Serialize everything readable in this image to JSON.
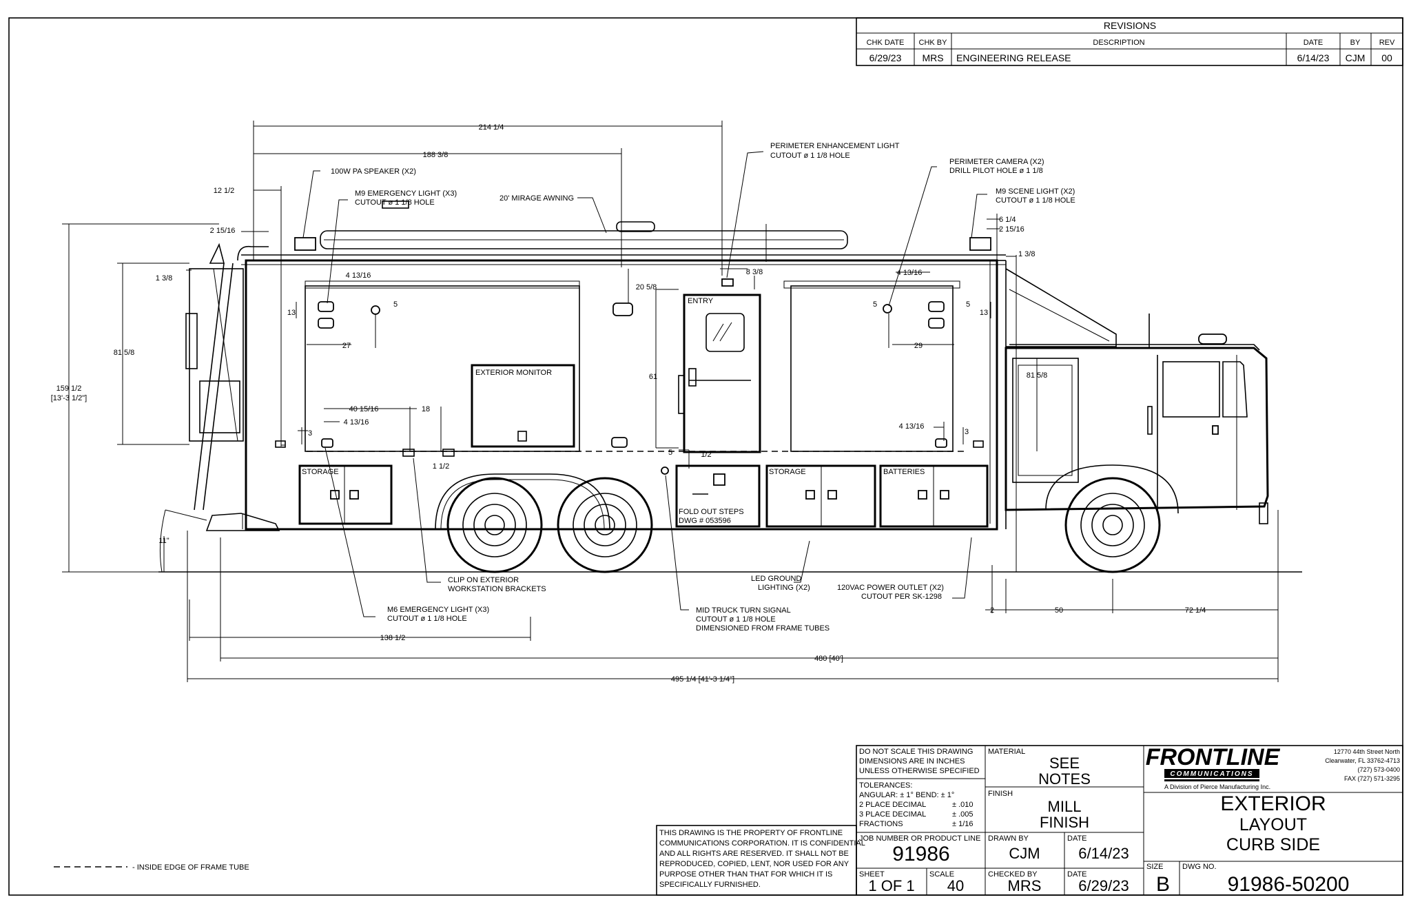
{
  "revisions": {
    "title": "REVISIONS",
    "headers": [
      "CHK DATE",
      "CHK BY",
      "DESCRIPTION",
      "DATE",
      "BY",
      "REV"
    ],
    "rows": [
      [
        "6/29/23",
        "MRS",
        "ENGINEERING RELEASE",
        "6/14/23",
        "CJM",
        "00"
      ]
    ]
  },
  "dimensions": {
    "d214": "214 1/4",
    "d188": "188 3/8",
    "d12": "12 1/2",
    "d2_15_16a": "2 15/16",
    "d1_3_8a": "1 3/8",
    "d81a": "81 5/8",
    "d159": "159 1/2",
    "d159b": "[13'-3 1/2\"]",
    "d4_13_16a": "4 13/16",
    "d13a": "13",
    "d5a": "5",
    "d27": "27",
    "d40": "40 15/16",
    "d4_13_16b": "4 13/16",
    "d18": "18",
    "d1_1_2a": "1 1/2",
    "d3a": "3",
    "d20": "20 5/8",
    "d61": "61",
    "d8": "8 3/8",
    "d5b": "5",
    "d1_2": "1/2",
    "d4_13_16c": "4 13/16",
    "d5c": "5",
    "d5d": "5",
    "d13b": "13",
    "d29": "29",
    "d4_13_16d": "4 13/16",
    "d3b": "3",
    "d6_1_4": "6 1/4",
    "d2_15_16b": "2 15/16",
    "d1_3_8b": "1 3/8",
    "d81b": "81 5/8",
    "d11": "11\"",
    "d2": "2",
    "d50": "50",
    "d72": "72 1/4",
    "d138": "138 1/2",
    "d480": "480 [40']",
    "d495": "495 1/4 [41'-3 1/4\"]"
  },
  "callouts": {
    "pa_speaker": "100W PA SPEAKER (X2)",
    "m9_emergency_1": "M9 EMERGENCY LIGHT (X3)",
    "m9_emergency_2": "CUTOUT ø 1 1/8 HOLE",
    "awning": "20' MIRAGE AWNING",
    "perimeter_light_1": "PERIMETER ENHANCEMENT LIGHT",
    "perimeter_light_2": "CUTOUT ø 1 1/8 HOLE",
    "camera_1": "PERIMETER CAMERA (X2)",
    "camera_2": "DRILL PILOT HOLE ø 1 1/8",
    "scene_1": "M9 SCENE LIGHT (X2)",
    "scene_2": "CUTOUT ø 1 1/8 HOLE",
    "exterior_monitor": "EXTERIOR MONITOR",
    "entry": "ENTRY",
    "storage_1": "STORAGE",
    "storage_2": "STORAGE",
    "batteries": "BATTERIES",
    "fold_steps_1": "FOLD OUT STEPS",
    "fold_steps_2": "DWG # 053596",
    "clip_1": "CLIP ON EXTERIOR",
    "clip_2": "WORKSTATION BRACKETS",
    "m6_1": "M6 EMERGENCY LIGHT (X3)",
    "m6_2": "CUTOUT ø 1 1/8 HOLE",
    "led_1": "LED GROUND",
    "led_2": "LIGHTING (X2)",
    "turn_1": "MID TRUCK TURN SIGNAL",
    "turn_2": "CUTOUT ø 1 1/8 HOLE",
    "turn_3": "DIMENSIONED FROM FRAME TUBES",
    "outlet_1": "120VAC POWER OUTLET (X2)",
    "outlet_2": "CUTOUT PER SK-1298"
  },
  "legend": {
    "frame_tube": "- INSIDE EDGE OF FRAME TUBE"
  },
  "notes": {
    "property_lines": [
      "THIS DRAWING IS THE PROPERTY OF FRONTLINE",
      "COMMUNICATIONS CORPORATION. IT IS CONFIDENTIAL",
      "AND ALL RIGHTS ARE RESERVED. IT SHALL NOT BE",
      "REPRODUCED, COPIED, LENT, NOR USED FOR ANY",
      "PURPOSE OTHER THAN THAT FOR WHICH IT IS",
      "SPECIFICALLY FURNISHED."
    ]
  },
  "title_block": {
    "no_scale_1": "DO NOT SCALE THIS DRAWING",
    "no_scale_2": "DIMENSIONS ARE IN INCHES",
    "no_scale_3": "UNLESS OTHERWISE SPECIFIED",
    "tolerances": "TOLERANCES:",
    "tol_angular": "ANGULAR: ± 1°   BEND: ± 1°",
    "tol_2place": "2 PLACE DECIMAL",
    "tol_2place_v": "± .010",
    "tol_3place": "3 PLACE DECIMAL",
    "tol_3place_v": "± .005",
    "tol_frac": "FRACTIONS",
    "tol_frac_v": "± 1/16",
    "material_label": "MATERIAL",
    "material_1": "SEE",
    "material_2": "NOTES",
    "finish_label": "FINISH",
    "finish_1": "MILL",
    "finish_2": "FINISH",
    "job_label": "JOB NUMBER OR PRODUCT LINE",
    "job": "91986",
    "drawn_label": "DRAWN BY",
    "drawn": "CJM",
    "date_label_1": "DATE",
    "date_1": "6/14/23",
    "checked_label": "CHECKED BY",
    "checked": "MRS",
    "date_label_2": "DATE",
    "date_2": "6/29/23",
    "sheet_label": "SHEET",
    "sheet": "1 OF 1",
    "scale_label": "SCALE",
    "scale": "40",
    "size_label": "SIZE",
    "size": "B",
    "dwg_label": "DWG NO.",
    "dwg": "91986-50200",
    "company": "FRONTLINE",
    "company_sub": "COMMUNICATIONS",
    "division": "A Division of Pierce Manufacturing Inc.",
    "address_1": "12770 44th Street North",
    "address_2": "Clearwater, FL 33762-4713",
    "address_3": "(727) 573-0400",
    "address_4": "FAX (727) 571-3295",
    "title_1": "EXTERIOR",
    "title_2": "LAYOUT",
    "title_3": "CURB SIDE"
  }
}
